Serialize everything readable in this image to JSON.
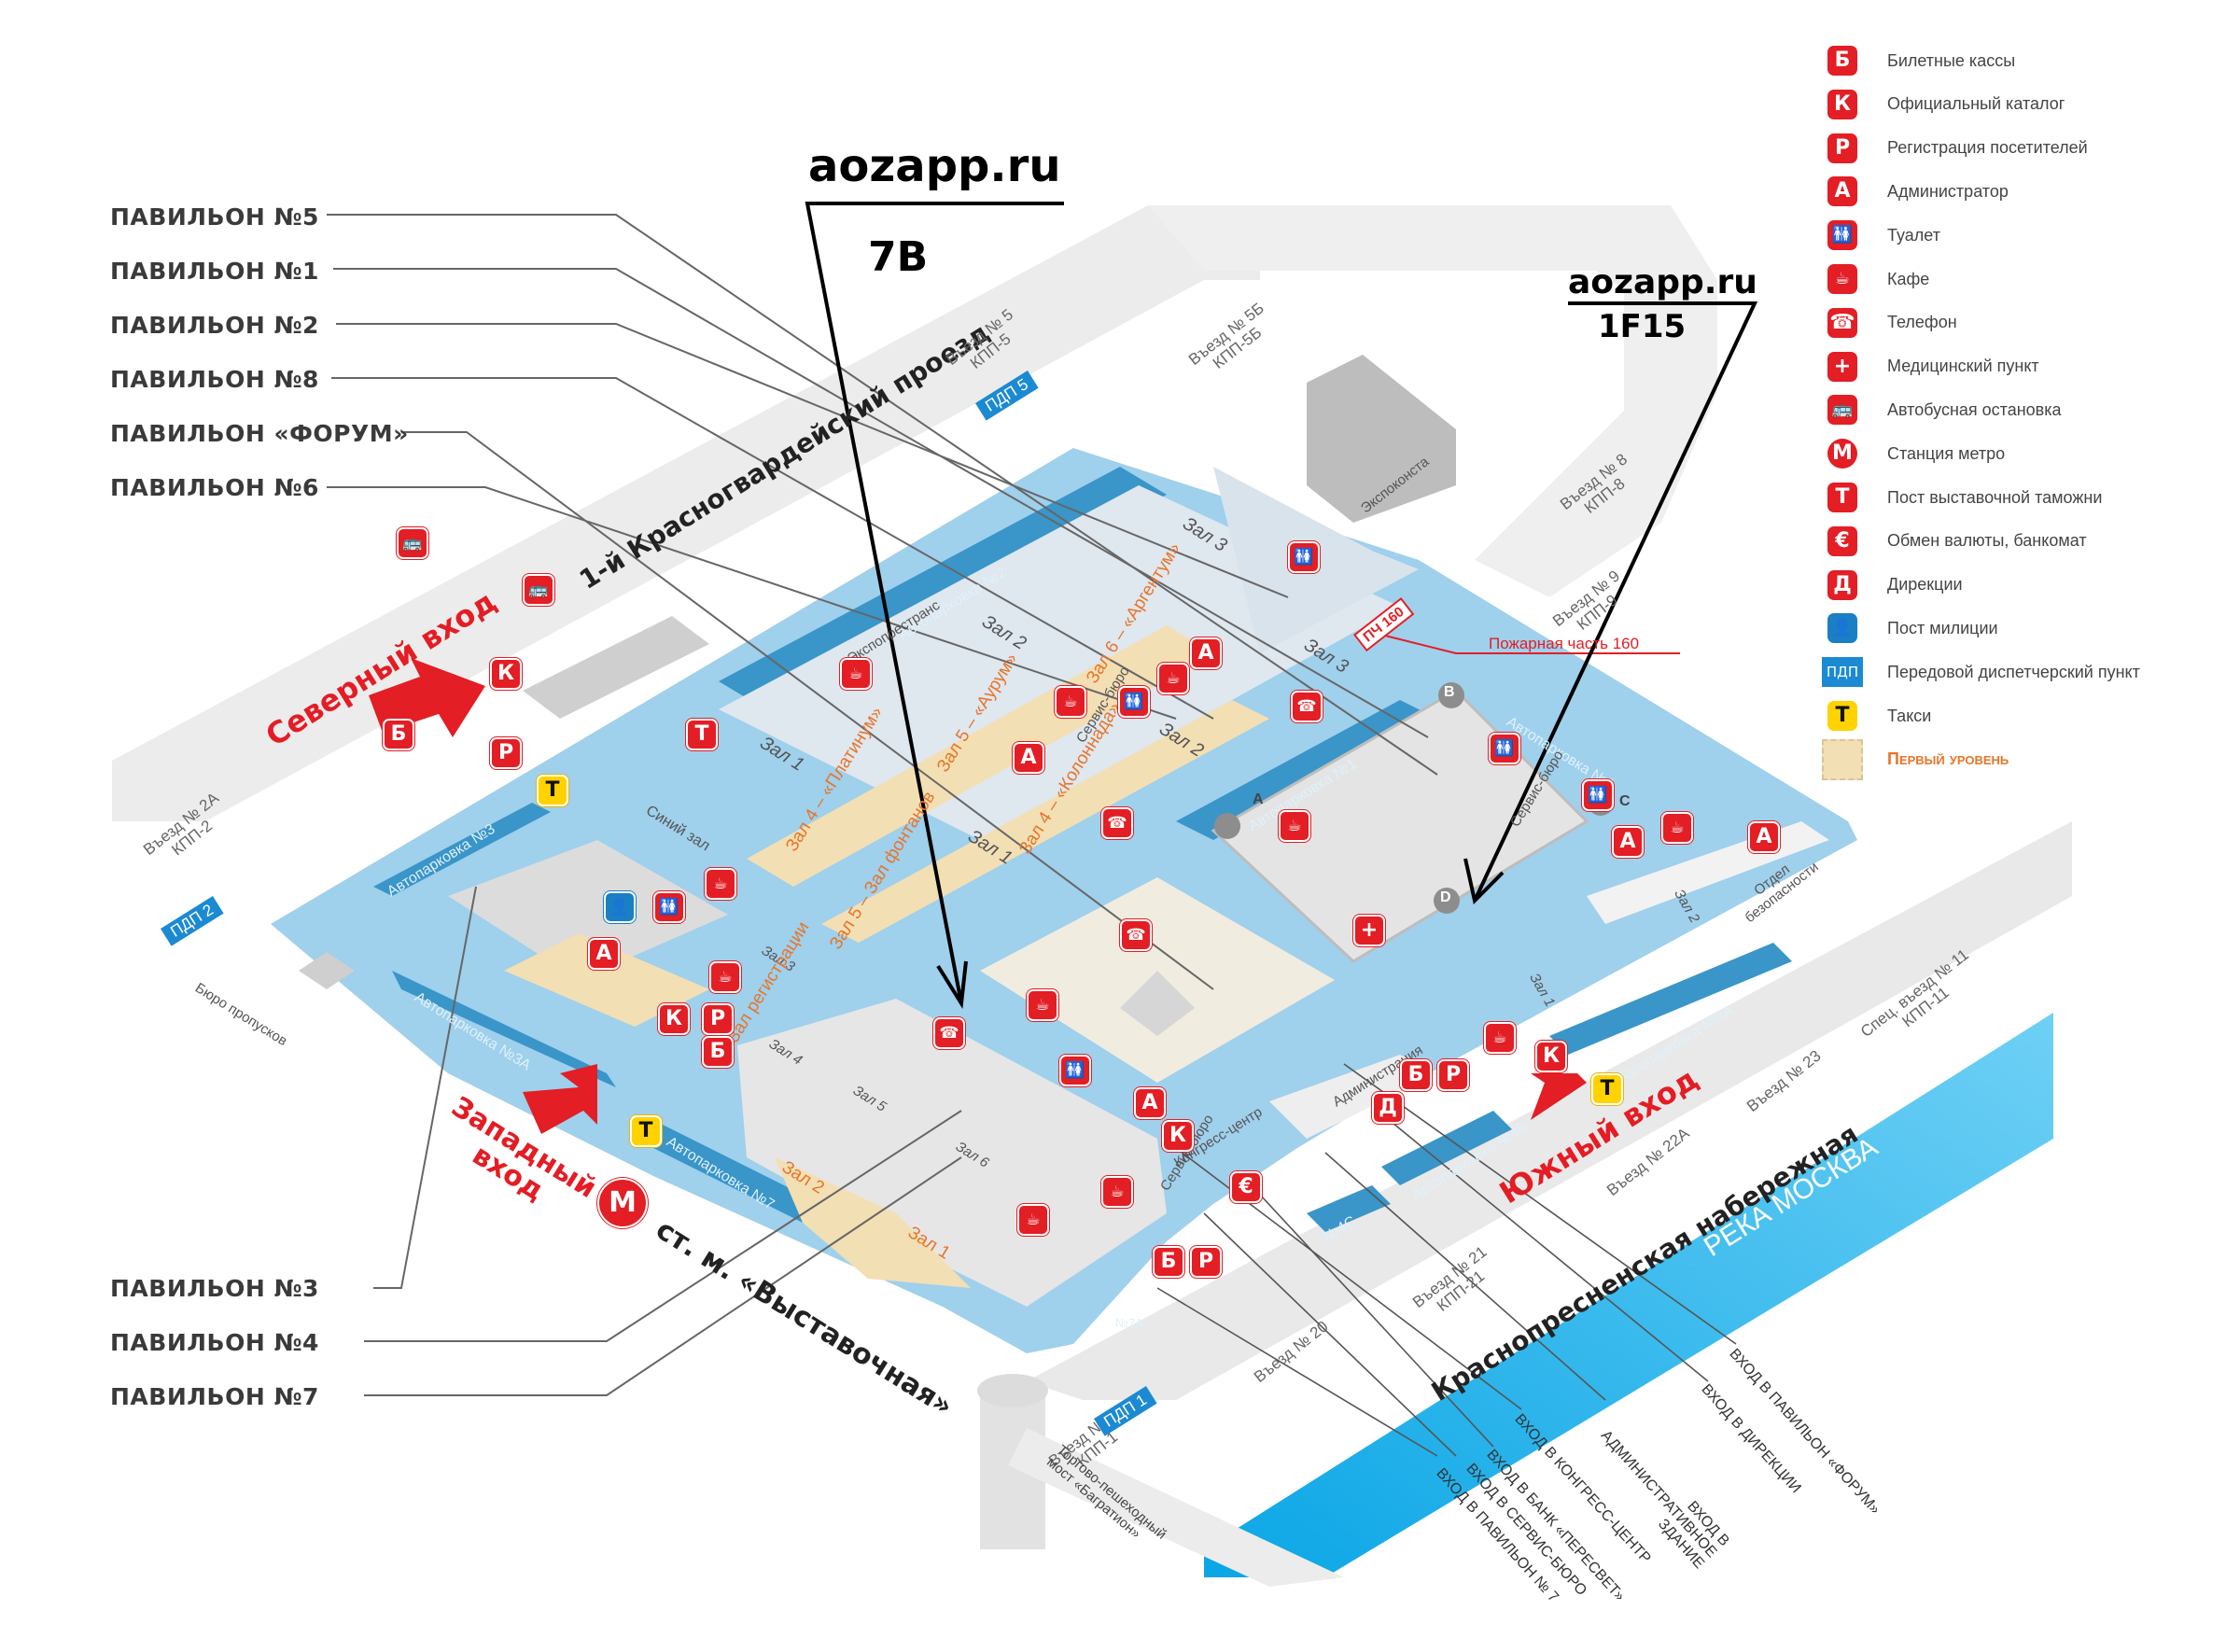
{
  "map": {
    "pavilion_labels": [
      "ПАВИЛЬОН №5",
      "ПАВИЛЬОН №1",
      "ПАВИЛЬОН №2",
      "ПАВИЛЬОН №8",
      "ПАВИЛЬОН «ФОРУМ»",
      "ПАВИЛЬОН №6",
      "ПАВИЛЬОН №3",
      "ПАВИЛЬОН №4",
      "ПАВИЛЬОН №7"
    ],
    "entrances": {
      "north": "Северный вход",
      "west": "Западный вход",
      "west_line1": "Западный",
      "west_line2": "вход",
      "south": "Южный вход"
    },
    "streets": {
      "north": "1-й Красногвардейский проезд",
      "south": "Краснопресненская набережная",
      "river": "РЕКА МОСКВА",
      "metro": "ст. м. «Выставочная»"
    },
    "gates": [
      {
        "l1": "Въезд № 5",
        "l2": "КПП-5"
      },
      {
        "l1": "Въезд № 5Б",
        "l2": "КПП-5Б"
      },
      {
        "l1": "Въезд № 8",
        "l2": "КПП-8"
      },
      {
        "l1": "Въезд № 9",
        "l2": "КПП-9"
      },
      {
        "l1": "Въезд № 2А",
        "l2": "КПП-2"
      },
      {
        "l1": "Спец. въезд № 11",
        "l2": "КПП-11"
      },
      {
        "l1": "Въезд № 23",
        "l2": ""
      },
      {
        "l1": "Въезд № 22А",
        "l2": ""
      },
      {
        "l1": "Въезд № 21",
        "l2": "КПП-21"
      },
      {
        "l1": "Въезд № 20",
        "l2": ""
      },
      {
        "l1": "Въезд № 1А",
        "l2": "КПП-1"
      }
    ],
    "pdp": [
      "ПДП 5",
      "ПДП 2",
      "ПДП 1"
    ],
    "parkings": [
      "Автопарковка №2",
      "Автопарковка №3",
      "Автопарковка №3А",
      "Автопарковка №7",
      "Автопарковка №1",
      "Автопарковка №1",
      "Автопарковка №4А",
      "Автопарковка №4В",
      "№4С",
      "№7А"
    ],
    "halls": {
      "plain": [
        "Зал 3",
        "Зал 2",
        "Зал 3",
        "Зал 1",
        "Зал 2",
        "Зал 1",
        "Синий зал",
        "Зал 3",
        "Зал 4",
        "Зал 5",
        "Зал 6",
        "Зал 1",
        "Зал 2"
      ],
      "level1": [
        "Зал 4 – «Платинум»",
        "Зал 5 – «Аурум»",
        "Зал 6 – «Аргентум»",
        "Зал 4 – «Колоннада»",
        "Зал 5 – Зал фонтанов",
        "Зал регистрации",
        "Зал 2",
        "Зал 1"
      ]
    },
    "buildings": [
      "Экспоконста",
      "Экспопрестранс",
      "Сервис-бюро",
      "Сервис-бюро",
      "Бюро пропусков",
      "Администрация",
      "Конгресс-центр",
      "Сервис-бюро",
      "Отдел безопасности"
    ],
    "fire_station": {
      "badge": "ПЧ 160",
      "label": "Пожарная часть 160"
    },
    "bridge": "Торгово-пешеходный мост «Багратион»",
    "forum_corners": [
      "A",
      "B",
      "C",
      "D"
    ],
    "entrance_callouts": [
      "ВХОД В ПАВИЛЬОН «ФОРУМ»",
      "ВХОД В ДИРЕКЦИИ",
      "ВХОД В АДМИНИСТРАТИВНОЕ ЗДАНИЕ",
      "ВХОД В КОНГРЕСС-ЦЕНТР",
      "ВХОД В БАНК «ПЕРЕСВЕТ»",
      "ВХОД В СЕРВИС-БЮРО",
      "ВХОД В ПАВИЛЬОН № 7"
    ]
  },
  "annotations": [
    {
      "site": "aozapp.ru",
      "code": "7B"
    },
    {
      "site": "aozapp.ru",
      "code": "1F15"
    }
  ],
  "legend": [
    {
      "glyph": "Б",
      "icon": "ticket-office-icon",
      "label": "Билетные кассы"
    },
    {
      "glyph": "К",
      "icon": "catalog-icon",
      "label": "Официальный каталог"
    },
    {
      "glyph": "Р",
      "icon": "registration-icon",
      "label": "Регистрация посетителей"
    },
    {
      "glyph": "А",
      "icon": "administrator-icon",
      "label": "Администратор"
    },
    {
      "glyph": "🚻",
      "icon": "toilet-icon",
      "label": "Туалет"
    },
    {
      "glyph": "☕",
      "icon": "cafe-icon",
      "label": "Кафе"
    },
    {
      "glyph": "☎",
      "icon": "telephone-icon",
      "label": "Телефон"
    },
    {
      "glyph": "+",
      "icon": "medical-icon",
      "label": "Медицинский пункт"
    },
    {
      "glyph": "🚌",
      "icon": "bus-stop-icon",
      "label": "Автобусная остановка"
    },
    {
      "glyph": "М",
      "icon": "metro-icon",
      "label": "Станция метро"
    },
    {
      "glyph": "Т",
      "icon": "customs-icon",
      "label": "Пост выставочной таможни"
    },
    {
      "glyph": "€",
      "icon": "currency-exchange-icon",
      "label": "Обмен валюты, банкомат"
    },
    {
      "glyph": "Д",
      "icon": "directorate-icon",
      "label": "Дирекции"
    },
    {
      "glyph": "👤",
      "icon": "police-icon",
      "label": "Пост милиции"
    },
    {
      "glyph": "ПДП",
      "icon": "dispatch-point-icon",
      "label": "Передовой диспетчерский пункт"
    },
    {
      "glyph": "Т",
      "icon": "taxi-icon",
      "label": "Такси"
    },
    {
      "glyph": "",
      "icon": "first-level-swatch",
      "label": "Первый уровень"
    }
  ],
  "colors": {
    "accent_red": "#e31e24",
    "water": "#1eaee8",
    "parking": "#3a95c9",
    "ground": "#9fd0ec",
    "first_level": "#f3dfb4",
    "road": "#e8e8e8",
    "taxi": "#ffd200"
  }
}
